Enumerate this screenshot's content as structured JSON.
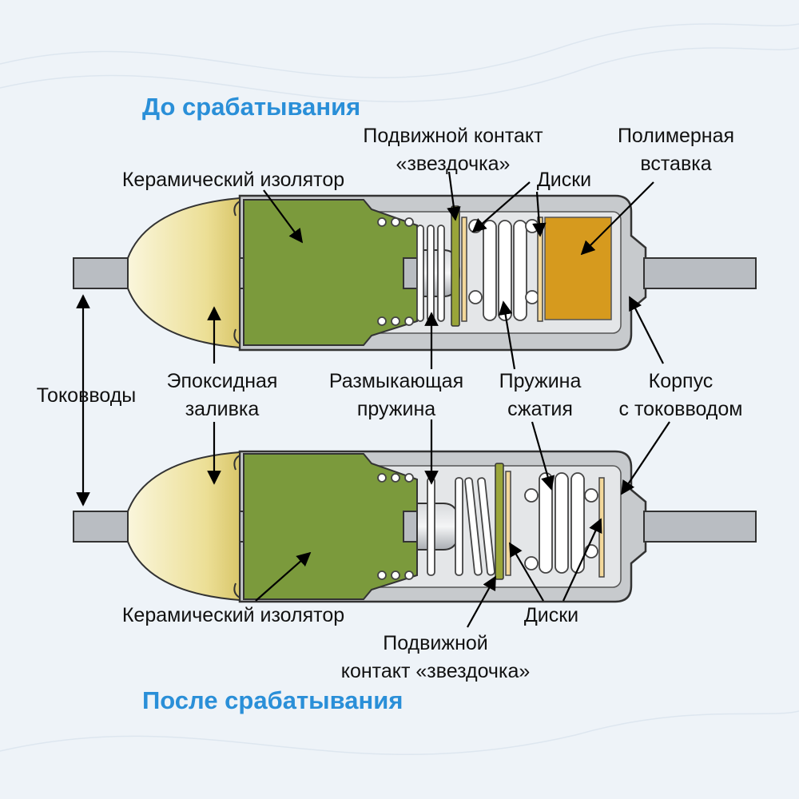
{
  "headings": {
    "before": "До срабатывания",
    "after": "После срабатывания"
  },
  "labels": {
    "movable_contact_top_line1": "Подвижной контакт",
    "movable_contact_top_line2": "«звездочка»",
    "polymer_insert_line1": "Полимерная",
    "polymer_insert_line2": "вставка",
    "ceramic_insulator_top": "Керамический изолятор",
    "disks_top": "Диски",
    "terminals": "Токовводы",
    "epoxy_line1": "Эпоксидная",
    "epoxy_line2": "заливка",
    "opening_spring_line1": "Размыкающая",
    "opening_spring_line2": "пружина",
    "compression_spring_line1": "Пружина",
    "compression_spring_line2": "сжатия",
    "housing_line1": "Корпус",
    "housing_line2": "с токовводом",
    "ceramic_insulator_bottom": "Керамический изолятор",
    "disks_bottom": "Диски",
    "movable_contact_bottom_line1": "Подвижной",
    "movable_contact_bottom_line2": "контакт «звездочка»"
  },
  "colors": {
    "heading": "#2a8fd8",
    "ceramic": "#7b9a3c",
    "epoxy": "#f0e6a8",
    "polymer": "#d69a1e",
    "disk": "#f3d89a",
    "metal": "#c7cacd",
    "background": "#eef3f8"
  }
}
